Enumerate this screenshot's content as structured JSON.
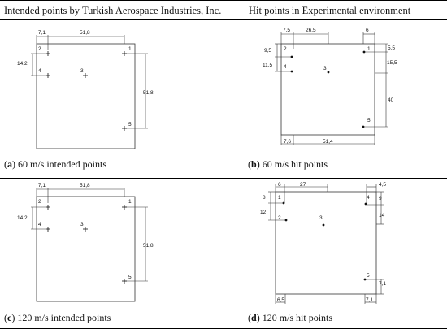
{
  "headers": {
    "left": "Intended points by Turkish Aerospace Industries, Inc.",
    "right": "Hit points in Experimental environment"
  },
  "panels": {
    "a": {
      "caption_letter": "a",
      "caption_text": " 60 m/s intended points",
      "point_labels": [
        "1",
        "2",
        "3",
        "4",
        "5"
      ],
      "dims": {
        "top_offset": "7,1",
        "top_width": "51,8",
        "left_height": "14,2",
        "right_height": "51,8"
      }
    },
    "b": {
      "caption_letter": "b",
      "caption_text": " 60 m/s hit points",
      "point_labels": [
        "1",
        "2",
        "3",
        "4",
        "5"
      ],
      "dims": {
        "top_left_offset": "7,5",
        "top_width": "26,5",
        "top_right_offset": "6",
        "left_top": "9,5",
        "left_bottom": "11,5",
        "right_top": "5,5",
        "right_mid": "15,5",
        "right_bottom": "40",
        "bottom_left": "7,6",
        "bottom_width": "51,4"
      }
    },
    "c": {
      "caption_letter": "c",
      "caption_text": " 120 m/s intended points",
      "point_labels": [
        "1",
        "2",
        "3",
        "4",
        "5"
      ],
      "dims": {
        "top_offset": "7,1",
        "top_width": "51,8",
        "left_height": "14,2",
        "right_height": "51,8"
      }
    },
    "d": {
      "caption_letter": "d",
      "caption_text": " 120 m/s hit points",
      "point_labels": [
        "1",
        "2",
        "3",
        "4",
        "5"
      ],
      "dims": {
        "top_left_offset": "6",
        "top_width": "27",
        "top_right_offset": "4,5",
        "left_top": "8",
        "left_bottom": "12",
        "right_top": "9",
        "right_mid": "14",
        "right_bottom": "7,1",
        "bottom_left": "6,5",
        "bottom_right": "7,1"
      }
    }
  }
}
